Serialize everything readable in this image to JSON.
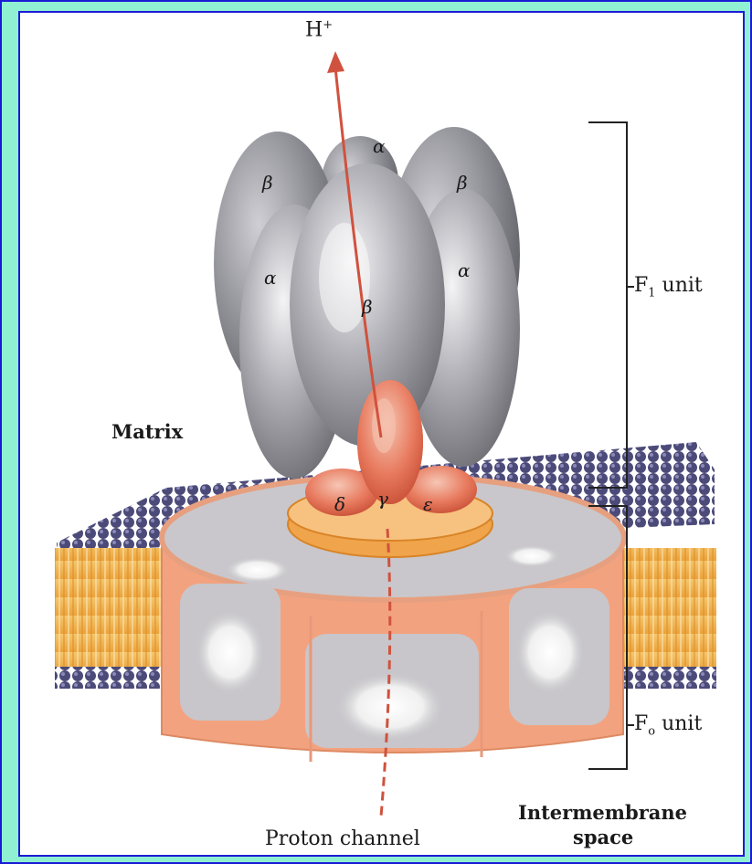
{
  "labels": {
    "proton": "H",
    "proton_sup": "+",
    "alpha": "α",
    "beta": "β",
    "gamma": "γ",
    "delta": "δ",
    "epsilon": "ε",
    "f1_prefix": "F",
    "f1_sub": "1",
    "f1_suffix": " unit",
    "fo_prefix": "F",
    "fo_sub": "o",
    "fo_suffix": " unit",
    "matrix": "Matrix",
    "intermembrane_line1": "Intermembrane",
    "intermembrane_line2": "space",
    "proton_channel": "Proton channel"
  },
  "colors": {
    "frame_bg": "#8ff0d2",
    "frame_border": "#1b1bd6",
    "subunit_gray": "#8d8d92",
    "arrow_red": "#d0523e",
    "membrane_orange": "#f1b24a",
    "lipid_head": "#4b4a78",
    "fo_body": "#f3a27f"
  }
}
